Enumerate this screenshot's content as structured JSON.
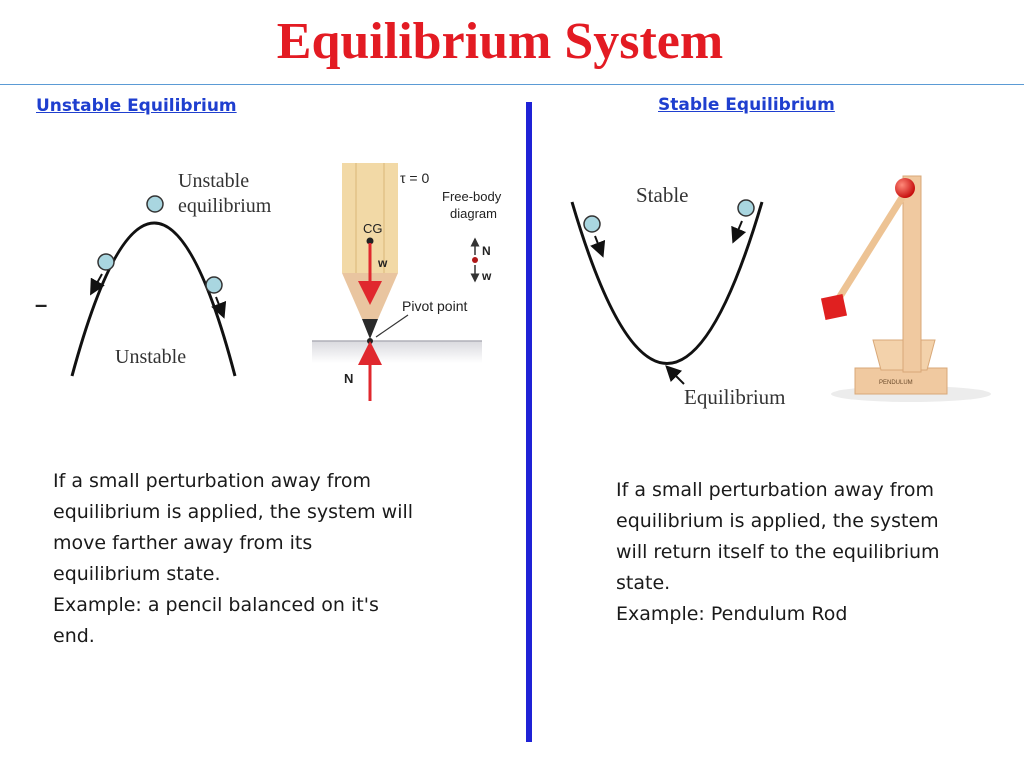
{
  "title": "Equilibrium System",
  "left": {
    "heading": "Unstable Equilibrium",
    "dash": "–",
    "curve_diagram": {
      "top_label_line1": "Unstable",
      "top_label_line2": "equilibrium",
      "bottom_label": "Unstable"
    },
    "pencil_diagram": {
      "torque_label": "τ = 0",
      "fbd_line1": "Free-body",
      "fbd_line2": "diagram",
      "cg_label": "CG",
      "w_label": "w",
      "n_label_fbd": "N",
      "w_label_fbd": "w",
      "pivot_label": "Pivot point",
      "n_label": "N"
    },
    "description": [
      "If a small perturbation away from equilibrium is applied, the system will move farther away from its equilibrium state.",
      "Example: a pencil balanced on it's end."
    ]
  },
  "right": {
    "heading": "Stable Equilibrium",
    "curve_diagram": {
      "top_label": "Stable",
      "bottom_label": "Equilibrium"
    },
    "pendulum_photo": {
      "base_text": "PENDULUM"
    },
    "description": [
      "If a small perturbation away from equilibrium is applied, the system will return itself to the equilibrium state.",
      "Example: Pendulum Rod"
    ]
  },
  "colors": {
    "title": "#e31b23",
    "heading": "#1f3fcf",
    "divider": "#1f22d6",
    "ball": "#a9d6e0",
    "pencil_body": "#f2d9a6",
    "arrow_red": "#e0282e",
    "wood": "#f0c9a0",
    "red_ball": "#e01010"
  }
}
